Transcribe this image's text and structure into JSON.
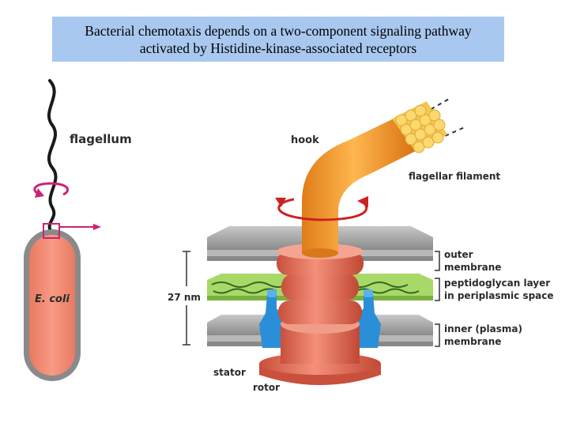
{
  "title": {
    "line1": "Bacterial chemotaxis depends on a two-component signaling pathway",
    "line2": "activated by Histidine-kinase-associated receptors"
  },
  "labels": {
    "flagellum": "flagellum",
    "ecoli": "E. coli",
    "hook": "hook",
    "flagellar_filament": "flagellar filament",
    "outer_membrane_1": "outer",
    "outer_membrane_2": "membrane",
    "peptidoglycan_1": "peptidoglycan layer",
    "peptidoglycan_2": "in periplasmic space",
    "inner_membrane_1": "inner (plasma)",
    "inner_membrane_2": "membrane",
    "scale": "27 nm",
    "stator": "stator",
    "rotor": "rotor"
  },
  "colors": {
    "title_bg": "#a9c8f0",
    "cell_body": "#f08870",
    "rotation_arrow": "#cc2277",
    "hook": "#f39a2e",
    "filament": "#f5c850",
    "rotor": "#e8705a",
    "stator": "#2a8fd8",
    "membrane": "#9a9a9a",
    "peptidoglycan": "#8cc850"
  }
}
